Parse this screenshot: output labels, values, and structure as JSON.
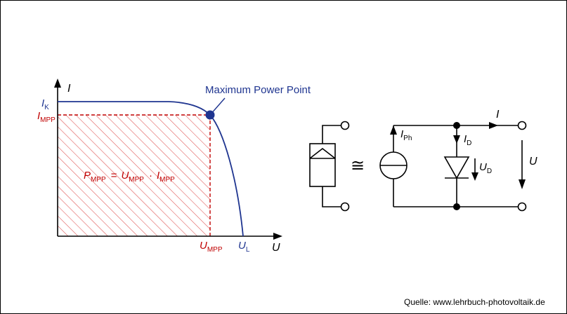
{
  "colors": {
    "curve": "#1f3590",
    "mpp": "#c00000",
    "ink": "#000000",
    "hatch": "#e05050"
  },
  "graph": {
    "y_axis_label": "I",
    "x_axis_label": "U",
    "ik": {
      "main": "I",
      "sub": "K"
    },
    "impp": {
      "main": "I",
      "sub": "MPP"
    },
    "umpp": {
      "main": "U",
      "sub": "MPP"
    },
    "ul": {
      "main": "U",
      "sub": "L"
    },
    "mpp_label": "Maximum  Power Point",
    "formula": {
      "p": "P",
      "p_sub": "MPP",
      "eq": "=",
      "u": "U",
      "u_sub": "MPP",
      "dot": "·",
      "i": "I",
      "i_sub": "MPP"
    }
  },
  "circuit": {
    "approx": "≅",
    "i_ph": {
      "main": "I",
      "sub": "Ph"
    },
    "i_d": {
      "main": "I",
      "sub": "D"
    },
    "u_d": {
      "main": "U",
      "sub": "D"
    },
    "i_out": "I",
    "u_out": "U"
  },
  "source": "Quelle: www.lehrbuch-photovoltaik.de"
}
